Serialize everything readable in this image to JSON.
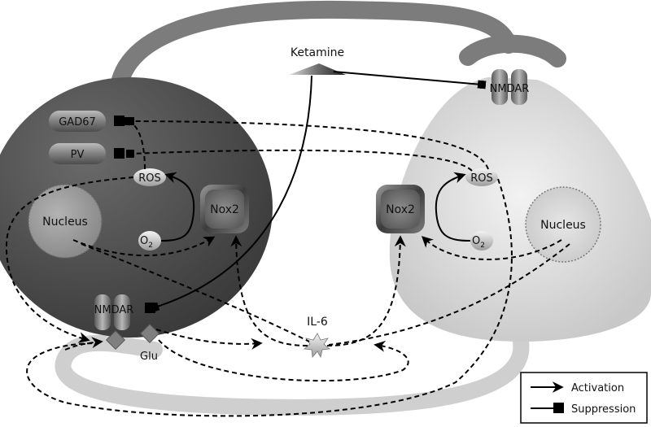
{
  "labels": {
    "ketamine": "Ketamine",
    "nmdar_right": "NMDAR",
    "nmdar_left": "NMDAR",
    "gad67": "GAD67",
    "pv": "PV",
    "ros_left": "ROS",
    "ros_right": "ROS",
    "nox2_left": "Nox2",
    "nox2_right": "Nox2",
    "nucleus_left": "Nucleus",
    "nucleus_right": "Nucleus",
    "o2_left_main": "O",
    "o2_left_sub": "2",
    "o2_right_main": "O",
    "o2_right_sub": "2",
    "il6": "IL-6",
    "glu": "Glu"
  },
  "legend": {
    "activation": "Activation",
    "suppression": "Suppression"
  },
  "colors": {
    "interneuron_dark": "#4a4a4a",
    "pyramidal_light": "#d6d6d6",
    "axon_gray": "#7c7c7c",
    "dendrite_light": "#cfcfcf",
    "nucleus_fill": "#9a9a9a",
    "line": "#000000"
  }
}
